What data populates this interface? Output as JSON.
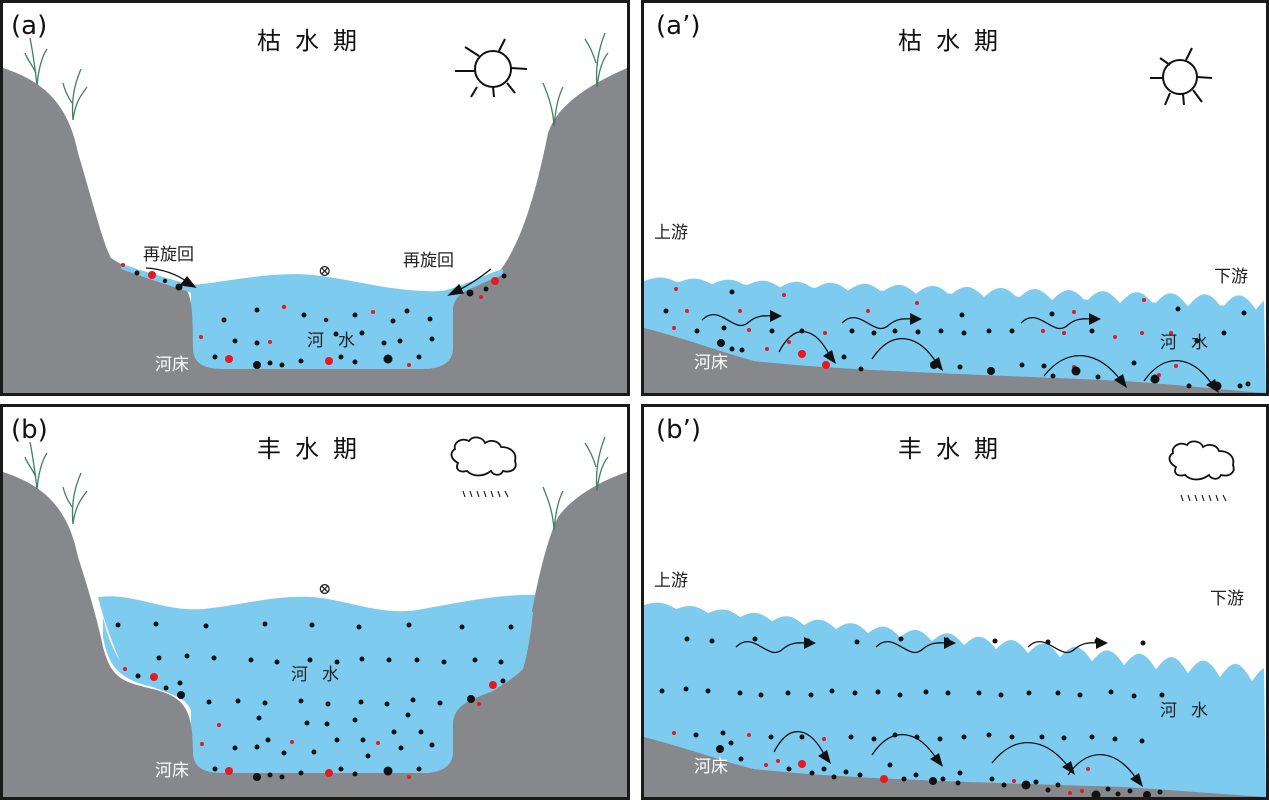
{
  "colors": {
    "water": "#7ecbf0",
    "rock": "#87888c",
    "border": "#1a1a1a",
    "particle_black": "#111111",
    "particle_red": "#e8191e",
    "grass": "#3f7f63"
  },
  "panels": {
    "a": {
      "label": "(a)",
      "title": "枯水期",
      "weather_icon": "sun-icon",
      "flow_symbol": "⊗",
      "recirculation_left": "再旋回",
      "recirculation_right": "再旋回",
      "river_water": "河水",
      "river_bed": "河床"
    },
    "a_prime": {
      "label": "(a’)",
      "title": "枯水期",
      "weather_icon": "sun-icon",
      "upstream": "上游",
      "downstream": "下游",
      "river_water": "河水",
      "river_bed": "河床"
    },
    "b": {
      "label": "(b)",
      "title": "丰水期",
      "weather_icon": "rain-cloud-icon",
      "flow_symbol": "⊗",
      "river_water": "河水",
      "river_bed": "河床"
    },
    "b_prime": {
      "label": "(b’)",
      "title": "丰水期",
      "weather_icon": "rain-cloud-icon",
      "upstream": "上游",
      "downstream": "下游",
      "river_water": "河水",
      "river_bed": "河床"
    }
  }
}
